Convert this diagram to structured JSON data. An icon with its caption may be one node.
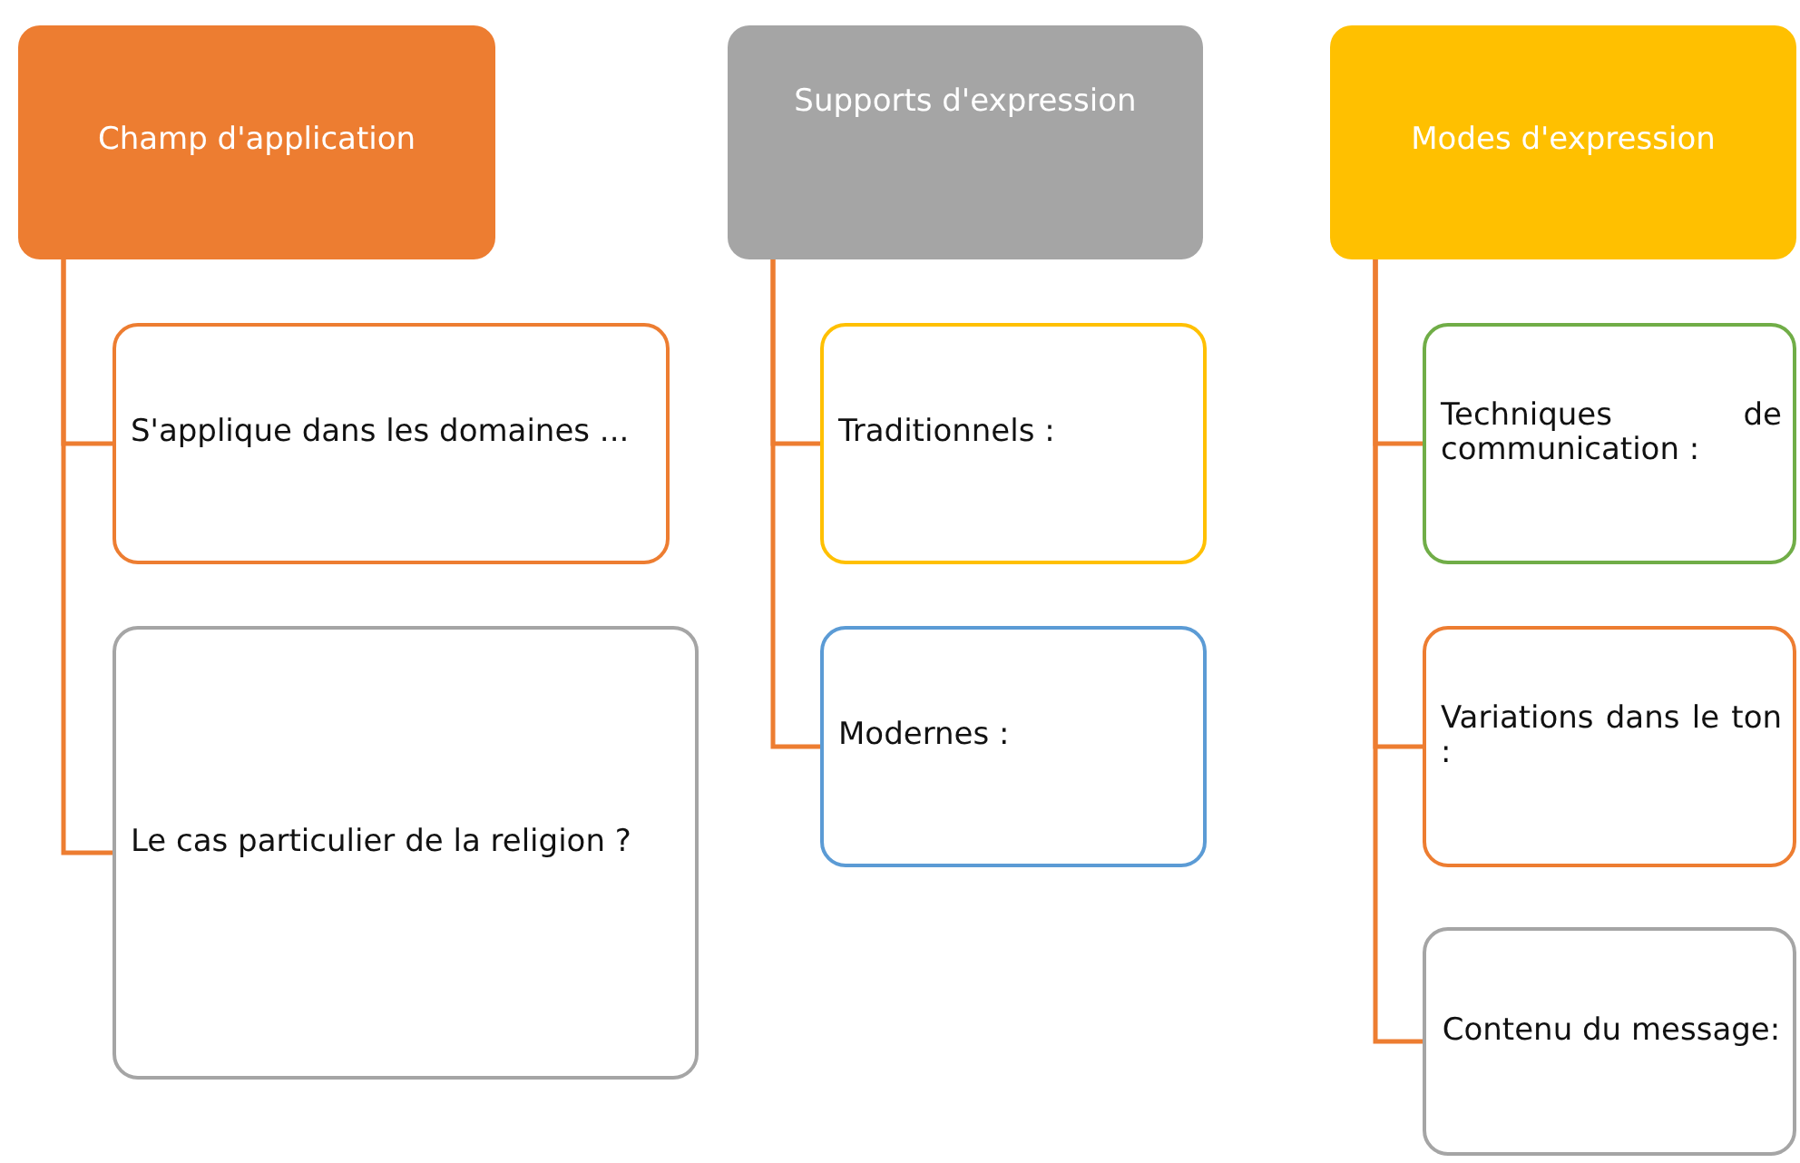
{
  "diagram": {
    "nodes": [
      {
        "text": [
          "Champ d'application"
        ]
      },
      {
        "text": [
          "S'applique dans les domaines ..."
        ]
      },
      {
        "text": [
          "Le cas particulier de la religion ?"
        ]
      },
      {
        "text": [
          "Supports d'expression"
        ]
      },
      {
        "text": [
          "Traditionnels :"
        ]
      },
      {
        "text": [
          "Modernes :"
        ]
      },
      {
        "text": [
          "Modes d'expression"
        ]
      },
      {
        "text": [
          "Techniques de communication :"
        ]
      },
      {
        "text": [
          "Variations dans le ton :"
        ]
      },
      {
        "text": [
          "Contenu du message:"
        ]
      }
    ],
    "edges": [
      {
        "from": 0,
        "to": 1,
        "arrow": "none"
      },
      {
        "from": 0,
        "to": 2,
        "arrow": "none"
      },
      {
        "from": 3,
        "to": 4,
        "arrow": "none"
      },
      {
        "from": 3,
        "to": 5,
        "arrow": "none"
      },
      {
        "from": 6,
        "to": 7,
        "arrow": "none"
      },
      {
        "from": 6,
        "to": 8,
        "arrow": "none"
      },
      {
        "from": 6,
        "to": 9,
        "arrow": "none"
      }
    ]
  }
}
